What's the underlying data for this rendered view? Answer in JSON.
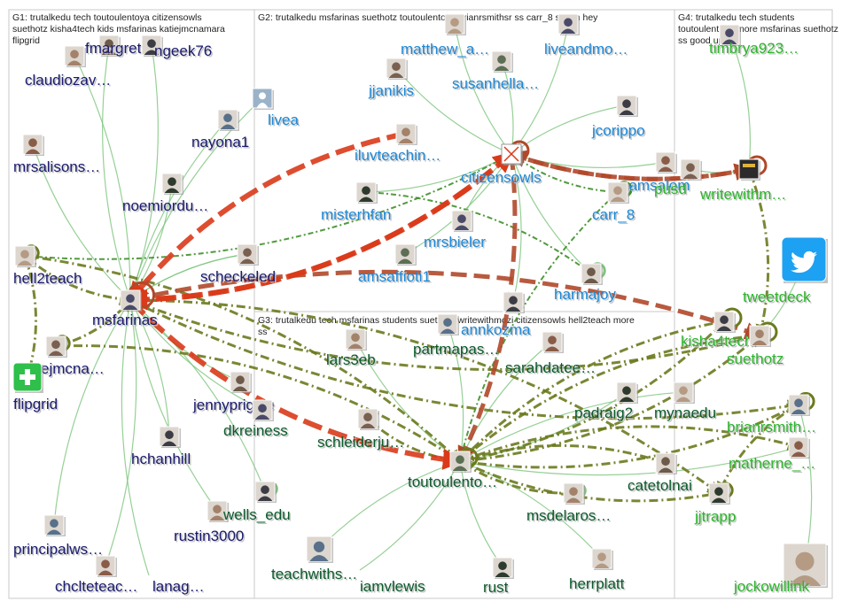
{
  "colors": {
    "g1": "#1a1a6e",
    "g2": "#1e88d6",
    "g3": "#0b5a2b",
    "g4": "#2db52d",
    "edge_light": "#7cc47c",
    "edge_mid": "#3f8f2a",
    "edge_olive": "#6b7a1e",
    "edge_red": "#d93a1a",
    "edge_brown": "#b0482a"
  },
  "groups": [
    {
      "id": "G1",
      "title_lines": [
        "G1: trutalkedu tech toutoulentoya citizensowls",
        "suethotz kisha4tech kids msfarinas katiejmcnamara",
        "flipgrid"
      ]
    },
    {
      "id": "G2",
      "title_lines": [
        "G2: trutalkedu msfarinas suethotz toutoulentoya brianrsmithsr ss carr_8 s tech hey"
      ]
    },
    {
      "id": "G3",
      "title_lines": [
        "G3: trutalkedu tech msfarinas students suethotz writewithmozi citizensowls hell2teach more",
        "ss"
      ]
    },
    {
      "id": "G4",
      "title_lines": [
        "G4: trutalkedu tech students",
        "toutoulentoya more msfarinas suethotz",
        "ss good up a1"
      ]
    }
  ],
  "nodes": [
    {
      "id": "fmargret",
      "label": "fmargret",
      "group": "g1",
      "icon": "avatar-photo"
    },
    {
      "id": "ngeek76",
      "label": "ngeek76",
      "group": "g1",
      "icon": "avatar-photo"
    },
    {
      "id": "claudiozav",
      "label": "claudiozav…",
      "group": "g1",
      "icon": "avatar-photo"
    },
    {
      "id": "nayona1",
      "label": "nayona1",
      "group": "g1",
      "icon": "avatar-photo"
    },
    {
      "id": "mrsalisons",
      "label": "mrsalisons…",
      "group": "g1",
      "icon": "avatar-photo"
    },
    {
      "id": "noemiordu",
      "label": "noemiordu…",
      "group": "g1",
      "icon": "avatar-photo"
    },
    {
      "id": "hell2teach",
      "label": "hell2teach",
      "group": "g1",
      "icon": "avatar-photo"
    },
    {
      "id": "msfarinas",
      "label": "msfarinas",
      "group": "g1",
      "icon": "avatar-photo"
    },
    {
      "id": "ejmcna",
      "label": "ejmcna…",
      "group": "g1",
      "icon": "avatar-photo"
    },
    {
      "id": "flipgrid",
      "label": "flipgrid",
      "group": "g1",
      "icon": "flipgrid-logo-icon"
    },
    {
      "id": "jennypriggle",
      "label": "jennypriggle",
      "group": "g1",
      "icon": "avatar-photo"
    },
    {
      "id": "hchanhill",
      "label": "hchanhill",
      "group": "g1",
      "icon": "avatar-photo"
    },
    {
      "id": "rustin3000",
      "label": "rustin3000",
      "group": "g1",
      "icon": "avatar-photo"
    },
    {
      "id": "principalws",
      "label": "principalws…",
      "group": "g1",
      "icon": "avatar-photo"
    },
    {
      "id": "chclteteac",
      "label": "chclteteac…",
      "group": "g1",
      "icon": "avatar-photo"
    },
    {
      "id": "lanag",
      "label": "lanag…",
      "group": "g1",
      "icon": "avatar-photo"
    },
    {
      "id": "matthew_a",
      "label": "matthew_a…",
      "group": "g2",
      "icon": "avatar-photo"
    },
    {
      "id": "liveandmo",
      "label": "liveandmo…",
      "group": "g2",
      "icon": "avatar-photo"
    },
    {
      "id": "jjanikis",
      "label": "jjanikis",
      "group": "g2",
      "icon": "avatar-photo"
    },
    {
      "id": "susanhella",
      "label": "susanhella…",
      "group": "g2",
      "icon": "avatar-photo"
    },
    {
      "id": "livea",
      "label": "livea",
      "group": "g2",
      "icon": "default-avatar-icon"
    },
    {
      "id": "jcorippo",
      "label": "jcorippo",
      "group": "g2",
      "icon": "avatar-photo"
    },
    {
      "id": "iluvteachin",
      "label": "iluvteachin…",
      "group": "g2",
      "icon": "avatar-photo"
    },
    {
      "id": "citizensowls",
      "label": "citizensowls",
      "group": "g2",
      "icon": "broken-image-icon"
    },
    {
      "id": "pamsalom",
      "label": "pamsalom",
      "group": "g2",
      "icon": "avatar-photo"
    },
    {
      "id": "misterhfan",
      "label": "misterhfan",
      "group": "g2",
      "icon": "avatar-photo"
    },
    {
      "id": "carr_8",
      "label": "carr_8",
      "group": "g2",
      "icon": "avatar-photo"
    },
    {
      "id": "mrsbieler",
      "label": "mrsbieler",
      "group": "g2",
      "icon": "avatar-photo"
    },
    {
      "id": "scheckeled",
      "label": "scheckeled",
      "group": "g1",
      "icon": "avatar-photo"
    },
    {
      "id": "amsaffioti1",
      "label": "amsaffioti1",
      "group": "g2",
      "icon": "avatar-photo"
    },
    {
      "id": "harmajoy",
      "label": "harmajoy",
      "group": "g2",
      "icon": "avatar-photo"
    },
    {
      "id": "annkozma",
      "label": "annkozma",
      "group": "g2",
      "icon": "avatar-photo"
    },
    {
      "id": "lars3eb",
      "label": "lars3eb",
      "group": "g3",
      "icon": "avatar-photo"
    },
    {
      "id": "partmapas",
      "label": "partmapas…",
      "group": "g3",
      "icon": "avatar-photo"
    },
    {
      "id": "sarahdatee",
      "label": "sarahdatee…",
      "group": "g3",
      "icon": "avatar-photo"
    },
    {
      "id": "padraig2",
      "label": "padraig2",
      "group": "g3",
      "icon": "avatar-photo"
    },
    {
      "id": "mynaedu",
      "label": "mynaedu",
      "group": "g3",
      "icon": "avatar-photo"
    },
    {
      "id": "dkreiness",
      "label": "dkreiness",
      "group": "g3",
      "icon": "avatar-photo"
    },
    {
      "id": "schleiderju",
      "label": "schleiderju…",
      "group": "g3",
      "icon": "avatar-photo"
    },
    {
      "id": "toutoulento",
      "label": "toutoulento…",
      "group": "g3",
      "icon": "avatar-photo"
    },
    {
      "id": "catetolnai",
      "label": "catetolnai",
      "group": "g3",
      "icon": "avatar-photo"
    },
    {
      "id": "wells_edu",
      "label": "wells_edu",
      "group": "g3",
      "icon": "avatar-photo"
    },
    {
      "id": "msdelaros",
      "label": "msdelaros…",
      "group": "g3",
      "icon": "avatar-photo"
    },
    {
      "id": "teachwiths",
      "label": "teachwiths…",
      "group": "g3",
      "icon": "avatar-photo"
    },
    {
      "id": "iamvlewis",
      "label": "iamvlewis",
      "group": "g3",
      "icon": "avatar-photo"
    },
    {
      "id": "rust",
      "label": "rust",
      "group": "g3",
      "icon": "avatar-photo"
    },
    {
      "id": "herrplatt",
      "label": "herrplatt",
      "group": "g3",
      "icon": "avatar-photo"
    },
    {
      "id": "timbrya923",
      "label": "timbrya923…",
      "group": "g4",
      "icon": "avatar-photo"
    },
    {
      "id": "pusd",
      "label": "pusd",
      "group": "g4",
      "icon": "avatar-photo"
    },
    {
      "id": "writewithm",
      "label": "writewithm…",
      "group": "g4",
      "icon": "mozi-logo-icon"
    },
    {
      "id": "tweetdeck",
      "label": "tweetdeck",
      "group": "g4",
      "icon": "twitter-bird-icon"
    },
    {
      "id": "kisha4tech",
      "label": "kisha4tech",
      "group": "g4",
      "icon": "avatar-photo"
    },
    {
      "id": "suethotz",
      "label": "suethotz",
      "group": "g4",
      "icon": "avatar-photo"
    },
    {
      "id": "brianrsmith",
      "label": "brianrsmith…",
      "group": "g4",
      "icon": "avatar-photo"
    },
    {
      "id": "matherne",
      "label": "matherne_…",
      "group": "g4",
      "icon": "avatar-photo"
    },
    {
      "id": "jjtrapp",
      "label": "jjtrapp",
      "group": "g4",
      "icon": "avatar-photo"
    },
    {
      "id": "jockowillink",
      "label": "jockowillink",
      "group": "g4",
      "icon": "avatar-photo"
    }
  ],
  "edges": [
    {
      "from": "msfarinas",
      "to": "citizensowls",
      "style": "heavy-red"
    },
    {
      "from": "citizensowls",
      "to": "msfarinas",
      "style": "heavy-red"
    },
    {
      "from": "iluvteachin",
      "to": "msfarinas",
      "style": "heavy-red"
    },
    {
      "from": "citizensowls",
      "to": "toutoulento",
      "style": "heavy-brown"
    },
    {
      "from": "msfarinas",
      "to": "toutoulento",
      "style": "heavy-red"
    },
    {
      "from": "msfarinas",
      "to": "suethotz",
      "style": "heavy-brown"
    },
    {
      "from": "citizensowls",
      "to": "writewithm",
      "style": "heavy-brown"
    },
    {
      "from": "writewithm",
      "to": "citizensowls",
      "style": "heavy-brown"
    },
    {
      "from": "toutoulento",
      "to": "suethotz",
      "style": "mid-olive"
    },
    {
      "from": "toutoulento",
      "to": "kisha4tech",
      "style": "mid-olive"
    },
    {
      "from": "toutoulento",
      "to": "brianrsmith",
      "style": "mid-olive"
    },
    {
      "from": "toutoulento",
      "to": "matherne",
      "style": "mid-olive"
    },
    {
      "from": "toutoulento",
      "to": "jjtrapp",
      "style": "mid-olive"
    },
    {
      "from": "msfarinas",
      "to": "jjtrapp",
      "style": "mid-olive"
    },
    {
      "from": "msfarinas",
      "to": "brianrsmith",
      "style": "mid-olive"
    },
    {
      "from": "hell2teach",
      "to": "toutoulento",
      "style": "mid-olive"
    },
    {
      "from": "hell2teach",
      "to": "citizensowls",
      "style": "mid-green"
    },
    {
      "from": "hell2teach",
      "to": "flipgrid",
      "style": "mid-olive"
    },
    {
      "from": "hell2teach",
      "to": "msfarinas",
      "style": "mid-olive"
    },
    {
      "from": "ejmcna",
      "to": "toutoulento",
      "style": "mid-olive"
    },
    {
      "from": "ejmcna",
      "to": "msfarinas",
      "style": "mid-olive"
    },
    {
      "from": "suethotz",
      "to": "msfarinas",
      "style": "mid-olive"
    },
    {
      "from": "suethotz",
      "to": "toutoulento",
      "style": "mid-olive"
    },
    {
      "from": "kisha4tech",
      "to": "toutoulento",
      "style": "mid-olive"
    },
    {
      "from": "brianrsmith",
      "to": "jjtrapp",
      "style": "mid-olive"
    },
    {
      "from": "writewithm",
      "to": "suethotz",
      "style": "mid-olive"
    },
    {
      "from": "carr_8",
      "to": "toutoulento",
      "style": "mid-green"
    },
    {
      "from": "carr_8",
      "to": "citizensowls",
      "style": "mid-green"
    },
    {
      "from": "schleiderju",
      "to": "toutoulento",
      "style": "mid-olive"
    },
    {
      "from": "msdelaros",
      "to": "toutoulento",
      "style": "mid-olive"
    },
    {
      "from": "catetolnai",
      "to": "toutoulento",
      "style": "mid-olive"
    },
    {
      "from": "rustin3000",
      "to": "msfarinas",
      "style": "light"
    },
    {
      "from": "mrsalisons",
      "to": "msfarinas",
      "style": "light"
    },
    {
      "from": "noemiordu",
      "to": "msfarinas",
      "style": "light"
    },
    {
      "from": "nayona1",
      "to": "msfarinas",
      "style": "light"
    },
    {
      "from": "claudiozav",
      "to": "msfarinas",
      "style": "light"
    },
    {
      "from": "fmargret",
      "to": "msfarinas",
      "style": "light"
    },
    {
      "from": "ngeek76",
      "to": "msfarinas",
      "style": "light"
    },
    {
      "from": "livea",
      "to": "msfarinas",
      "style": "light"
    },
    {
      "from": "jennypriggle",
      "to": "msfarinas",
      "style": "light"
    },
    {
      "from": "hchanhill",
      "to": "msfarinas",
      "style": "light"
    },
    {
      "from": "principalws",
      "to": "msfarinas",
      "style": "light"
    },
    {
      "from": "chclteteac",
      "to": "msfarinas",
      "style": "light"
    },
    {
      "from": "lanag",
      "to": "msfarinas",
      "style": "light"
    },
    {
      "from": "scheckeled",
      "to": "msfarinas",
      "style": "light"
    },
    {
      "from": "dkreiness",
      "to": "msfarinas",
      "style": "light"
    },
    {
      "from": "wells_edu",
      "to": "msfarinas",
      "style": "light"
    },
    {
      "from": "msfarinas",
      "to": "scheckeled",
      "style": "light"
    },
    {
      "from": "matthew_a",
      "to": "citizensowls",
      "style": "light"
    },
    {
      "from": "liveandmo",
      "to": "citizensowls",
      "style": "light"
    },
    {
      "from": "jjanikis",
      "to": "citizensowls",
      "style": "light"
    },
    {
      "from": "susanhella",
      "to": "citizensowls",
      "style": "light"
    },
    {
      "from": "jcorippo",
      "to": "citizensowls",
      "style": "light"
    },
    {
      "from": "pamsalom",
      "to": "citizensowls",
      "style": "light"
    },
    {
      "from": "misterhfan",
      "to": "citizensowls",
      "style": "light"
    },
    {
      "from": "mrsbieler",
      "to": "citizensowls",
      "style": "light"
    },
    {
      "from": "amsaffioti1",
      "to": "citizensowls",
      "style": "light"
    },
    {
      "from": "harmajoy",
      "to": "citizensowls",
      "style": "light"
    },
    {
      "from": "annkozma",
      "to": "citizensowls",
      "style": "light"
    },
    {
      "from": "misterhfan",
      "to": "harmajoy",
      "style": "mid-green"
    },
    {
      "from": "lars3eb",
      "to": "toutoulento",
      "style": "light"
    },
    {
      "from": "partmapas",
      "to": "toutoulento",
      "style": "light"
    },
    {
      "from": "sarahdatee",
      "to": "toutoulento",
      "style": "light"
    },
    {
      "from": "padraig2",
      "to": "toutoulento",
      "style": "light"
    },
    {
      "from": "mynaedu",
      "to": "toutoulento",
      "style": "light"
    },
    {
      "from": "teachwiths",
      "to": "toutoulento",
      "style": "light"
    },
    {
      "from": "iamvlewis",
      "to": "toutoulento",
      "style": "light"
    },
    {
      "from": "rust",
      "to": "toutoulento",
      "style": "light"
    },
    {
      "from": "herrplatt",
      "to": "toutoulento",
      "style": "light"
    },
    {
      "from": "timbrya923",
      "to": "writewithm",
      "style": "light"
    },
    {
      "from": "pusd",
      "to": "writewithm",
      "style": "light"
    },
    {
      "from": "tweetdeck",
      "to": "suethotz",
      "style": "light"
    },
    {
      "from": "jockowillink",
      "to": "brianrsmith",
      "style": "light"
    },
    {
      "from": "matherne",
      "to": "toutoulento",
      "style": "light"
    }
  ]
}
